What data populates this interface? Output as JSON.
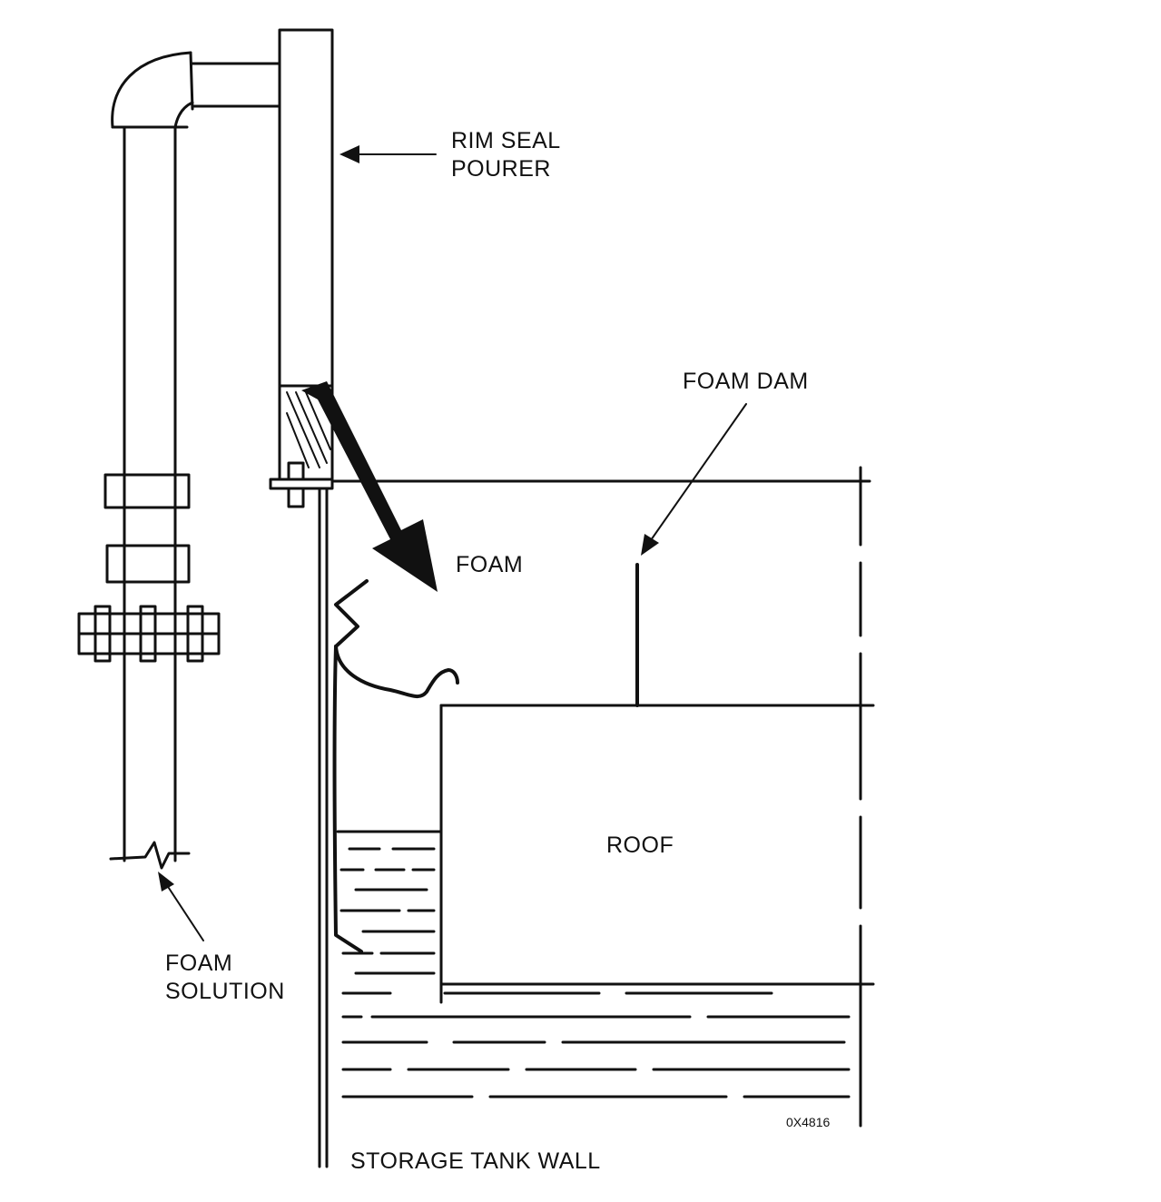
{
  "labels": {
    "rim_seal_pourer_line1": "RIM SEAL",
    "rim_seal_pourer_line2": "POURER",
    "foam_dam": "FOAM DAM",
    "foam": "FOAM",
    "roof": "ROOF",
    "foam_solution_line1": "FOAM",
    "foam_solution_line2": "SOLUTION",
    "storage_tank_wall": "STORAGE TANK WALL",
    "figure_code": "0X4816"
  },
  "colors": {
    "ink": "#111111",
    "background": "#ffffff"
  }
}
